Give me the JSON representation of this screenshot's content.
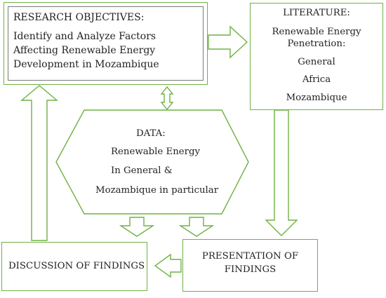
{
  "diagram": {
    "objectives": {
      "title": "RESEARCH OBJECTIVES:",
      "line1": "Identify and Analyze Factors",
      "line2": "Affecting Renewable Energy",
      "line3": "Development in Mozambique"
    },
    "literature": {
      "title": "LITERATURE:",
      "line1": "Renewable Energy",
      "line2": "Penetration:",
      "item1": "General",
      "item2": "Africa",
      "item3": "Mozambique"
    },
    "data": {
      "title": "DATA:",
      "line1": "Renewable Energy",
      "line2": "In General &",
      "line3": "Mozambique in particular"
    },
    "discussion": {
      "label": "DISCUSSION OF FINDINGS"
    },
    "presentation": {
      "line1": "PRESENTATION OF",
      "line2": "FINDINGS"
    }
  },
  "colors": {
    "accent": "#6fb144",
    "inner_border": "#7a7a7a"
  }
}
